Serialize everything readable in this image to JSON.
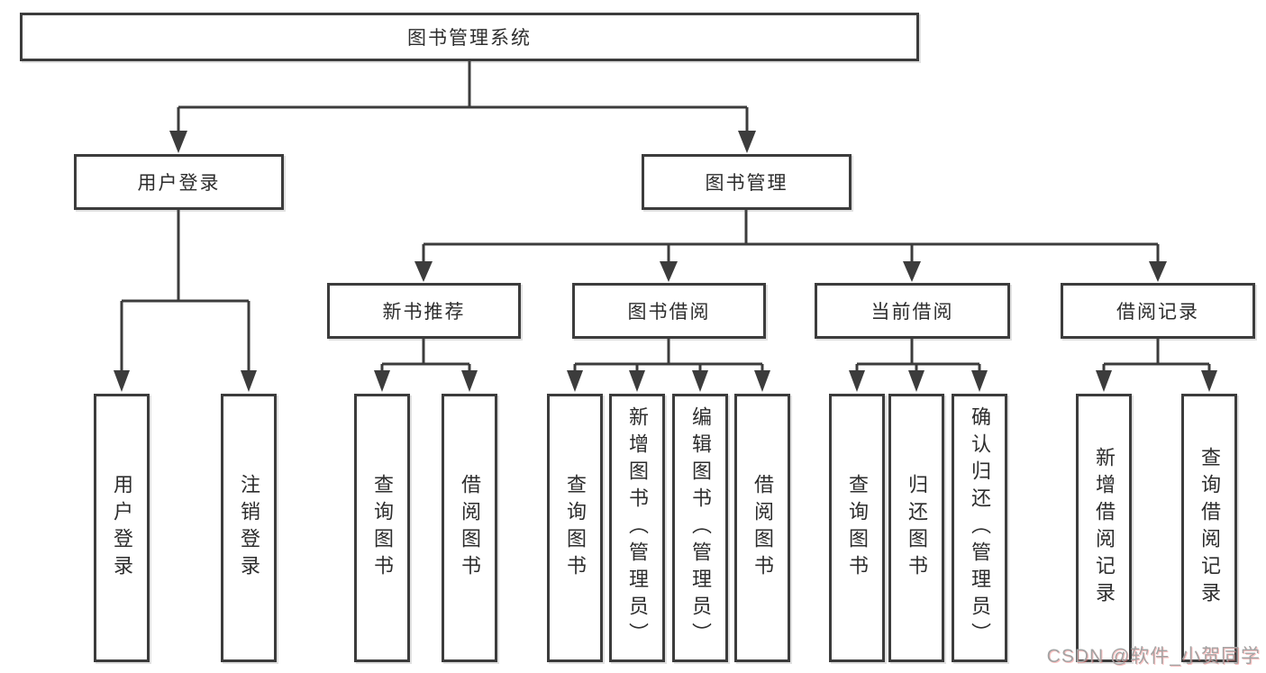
{
  "diagram": {
    "title": "图书管理系统",
    "root": {
      "label": "图书管理系统"
    },
    "level2": [
      {
        "label": "用户登录"
      },
      {
        "label": "图书管理"
      }
    ],
    "level3": [
      {
        "label": "新书推荐"
      },
      {
        "label": "图书借阅"
      },
      {
        "label": "当前借阅"
      },
      {
        "label": "借阅记录"
      }
    ],
    "leaves": {
      "user_login": [
        "用户登录",
        "注销登录"
      ],
      "new_book": [
        "查询图书",
        "借阅图书"
      ],
      "book_borrow": [
        "查询图书",
        "新增图书（管理员）",
        "编辑图书（管理员）",
        "借阅图书"
      ],
      "current_borrow": [
        "查询图书",
        "归还图书",
        "确认归还（管理员）"
      ],
      "borrow_record": [
        "新增借阅记录",
        "查询借阅记录"
      ]
    }
  },
  "watermark": {
    "text": "CSDN @软件_小贺同学"
  },
  "colors": {
    "line": "#3c3c3c",
    "text": "#2d2d2d",
    "box_background": "#ffffff",
    "watermark": "#a3a3a3",
    "watermark_shadow": "#ff7878",
    "background": "#ffffff"
  }
}
